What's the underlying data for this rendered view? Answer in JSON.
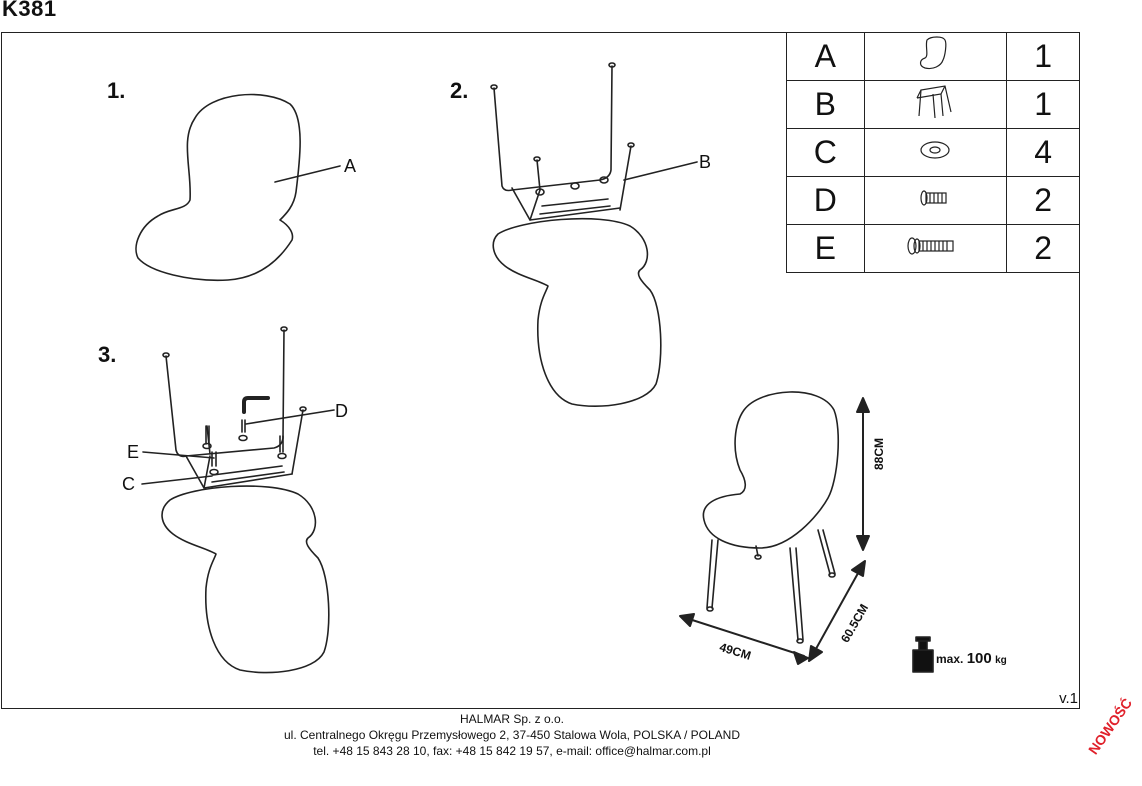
{
  "doc": {
    "title": "K381",
    "version": "v.1",
    "stamp": "NOWOŚĆ"
  },
  "steps": [
    {
      "number": "1.",
      "labels": [
        "A"
      ]
    },
    {
      "number": "2.",
      "labels": [
        "B"
      ]
    },
    {
      "number": "3.",
      "labels": [
        "D",
        "E",
        "C"
      ]
    }
  ],
  "parts": [
    {
      "letter": "A",
      "icon": "chair-seat-icon",
      "qty": "1"
    },
    {
      "letter": "B",
      "icon": "chair-frame-icon",
      "qty": "1"
    },
    {
      "letter": "C",
      "icon": "washer-icon",
      "qty": "4"
    },
    {
      "letter": "D",
      "icon": "short-bolt-icon",
      "qty": "2"
    },
    {
      "letter": "E",
      "icon": "long-bolt-icon",
      "qty": "2"
    }
  ],
  "dimensions": {
    "height": "88CM",
    "depth": "60.5CM",
    "width": "49CM"
  },
  "load": {
    "prefix": "max.",
    "value": "100",
    "unit": "kg",
    "icon": "weight-icon"
  },
  "footer": {
    "company": "HALMAR Sp. z o.o.",
    "address": "ul. Centralnego Okręgu Przemysłowego 2, 37-450 Stalowa Wola, POLSKA / POLAND",
    "contact": "tel. +48 15 843 28 10, fax: +48 15 842 19 57, e-mail: office@halmar.com.pl"
  }
}
